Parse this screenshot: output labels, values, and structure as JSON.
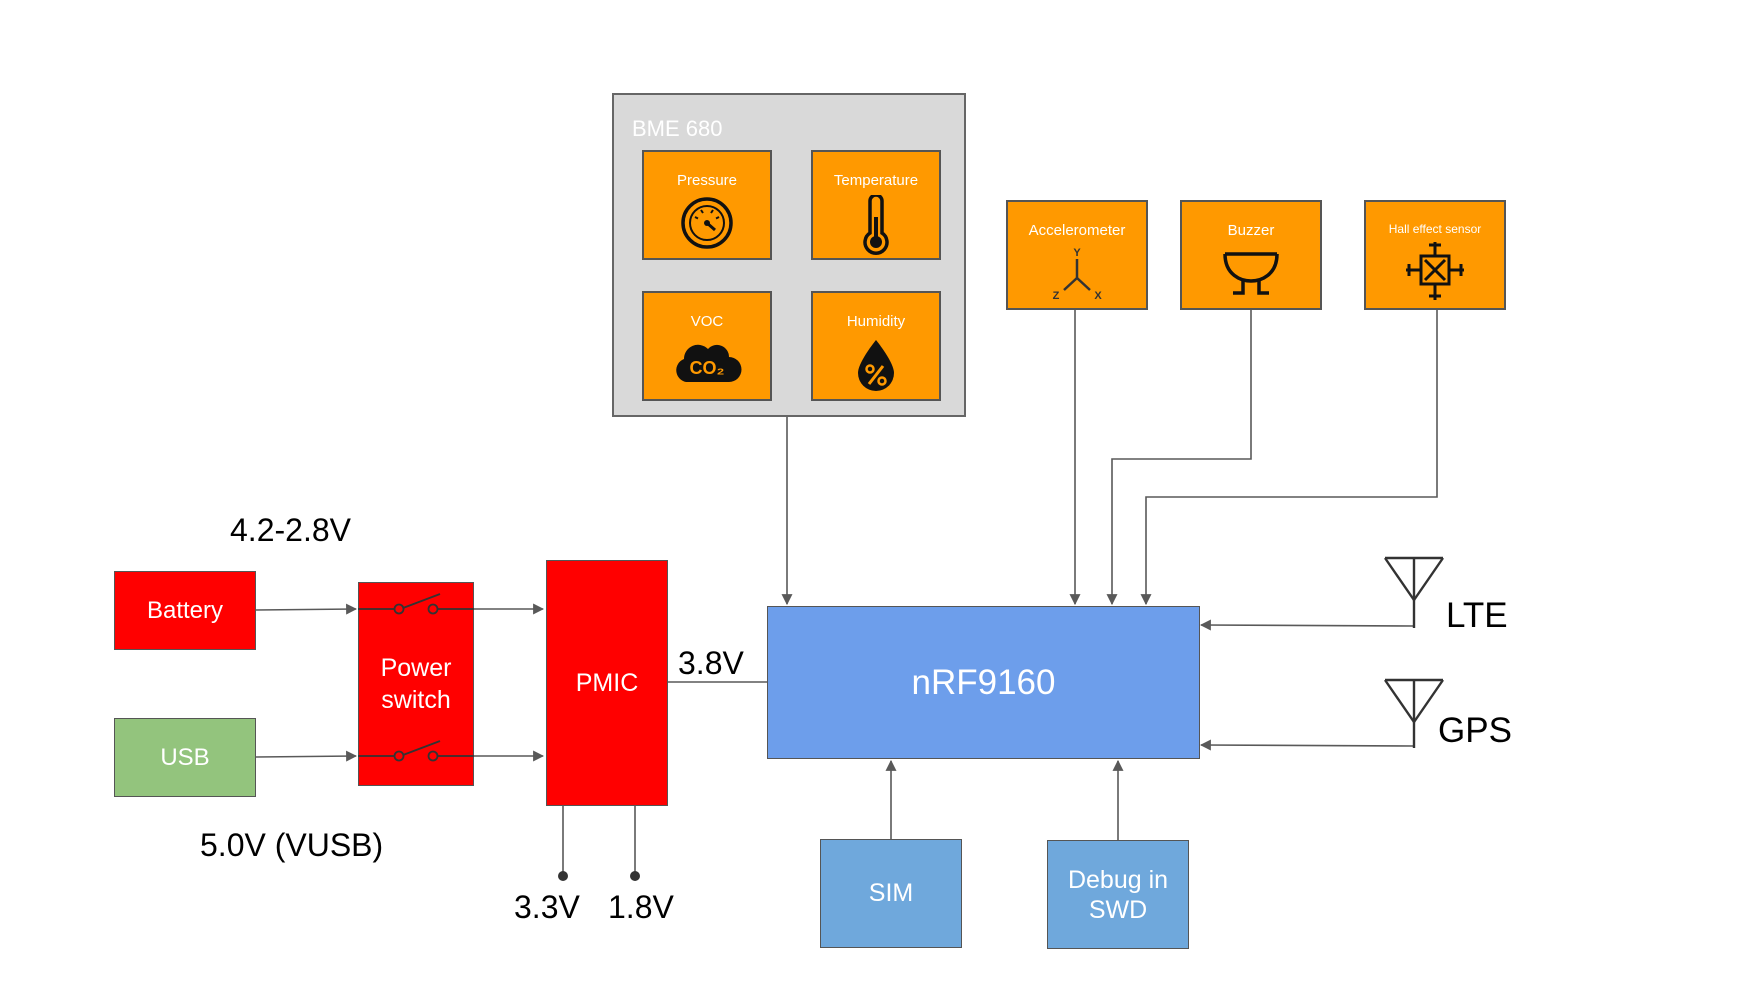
{
  "sources": {
    "battery": "Battery",
    "battery_voltage": "4.2-2.8V",
    "usb": "USB",
    "usb_voltage": "5.0V (VUSB)"
  },
  "power_switch": {
    "line1": "Power",
    "line2": "switch"
  },
  "pmic": {
    "label": "PMIC",
    "out_main": "3.8V",
    "out_a": "3.3V",
    "out_b": "1.8V"
  },
  "mcu": {
    "label": "nRF9160"
  },
  "bme": {
    "title": "BME 680",
    "sensors": [
      {
        "label": "Pressure",
        "icon": "gauge-icon"
      },
      {
        "label": "Temperature",
        "icon": "thermometer-icon"
      },
      {
        "label": "VOC",
        "icon": "co2-cloud-icon"
      },
      {
        "label": "Humidity",
        "icon": "humidity-drop-icon"
      }
    ]
  },
  "peripherals": [
    {
      "label": "Accelerometer",
      "icon": "xyz-axes-icon"
    },
    {
      "label": "Buzzer",
      "icon": "buzzer-icon"
    },
    {
      "label": "Hall effect sensor",
      "icon": "hall-sensor-icon"
    }
  ],
  "antennas": {
    "lte": "LTE",
    "gps": "GPS"
  },
  "bottom": {
    "sim": "SIM",
    "debug_line1": "Debug in",
    "debug_line2": "SWD"
  },
  "axis_letters": {
    "y": "Y",
    "z": "Z",
    "x": "X"
  },
  "colors": {
    "power": "#ff0000",
    "usb": "#93c47d",
    "mcu": "#6d9eeb",
    "sub": "#6fa8dc",
    "sensor": "#ff9900",
    "bme_bg": "#d9d9d9",
    "wire": "#595959"
  }
}
